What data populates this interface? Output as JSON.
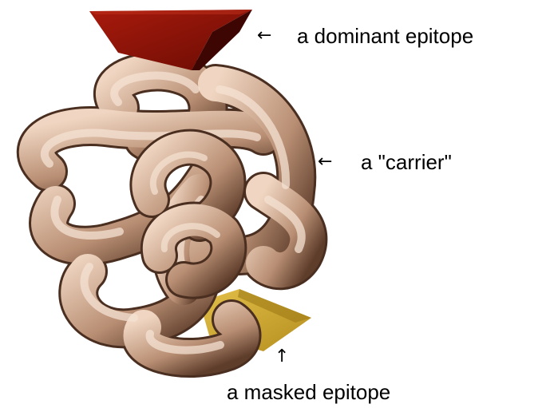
{
  "labels": {
    "dominant_epitope": "a dominant epitope",
    "carrier": "a \"carrier\"",
    "masked_epitope": "a masked epitope"
  },
  "arrows": {
    "left": "←",
    "up": "↑"
  },
  "colors": {
    "knot_tube": "#c8a48c",
    "dominant_epitope": "#8a1208",
    "masked_epitope": "#c9a42a"
  }
}
